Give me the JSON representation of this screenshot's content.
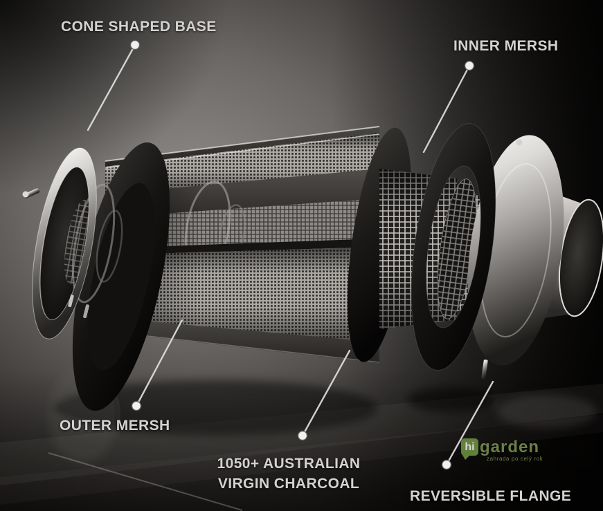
{
  "diagram": {
    "subject": "exploded carbon air filter",
    "callouts": [
      {
        "id": "cone-base",
        "label": "CONE SHAPED BASE"
      },
      {
        "id": "inner-mesh",
        "label": "INNER MERSH"
      },
      {
        "id": "outer-mesh",
        "label": "OUTER MERSH"
      },
      {
        "id": "charcoal",
        "label_line1": "1050+ AUSTRALIAN",
        "label_line2": "VIRGIN CHARCOAL"
      },
      {
        "id": "flange",
        "label": "REVERSIBLE FLANGE"
      }
    ]
  },
  "watermark": {
    "bubble_text": "hi",
    "name": "garden",
    "tagline": "zahrada po celý rok"
  },
  "colors": {
    "label_text": "#d4d2d0",
    "callout_line": "#e0dedd",
    "callout_dot": "#f2f1ef",
    "logo_green": "#6f9142",
    "logo_text_green": "#79904f",
    "background_glow": "#8f8c89",
    "background_dark": "#14110e"
  }
}
